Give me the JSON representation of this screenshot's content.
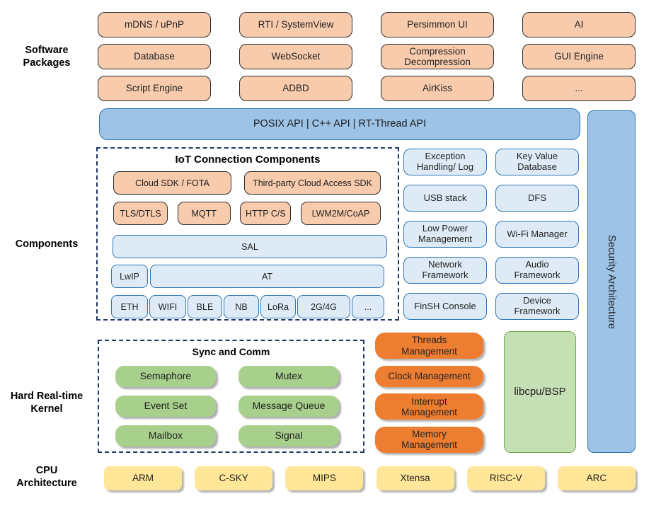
{
  "side_labels": {
    "software_packages": "Software\nPackages",
    "components": "Components",
    "kernel": "Hard Real-time\nKernel",
    "cpu": "CPU\nArchitecture"
  },
  "software_packages": {
    "items": [
      "mDNS / uPnP",
      "RTI / SystemView",
      "Persimmon UI",
      "AI",
      "Database",
      "WebSocket",
      "Compression\nDecompression",
      "GUI Engine",
      "Script Engine",
      "ADBD",
      "AirKiss",
      "..."
    ]
  },
  "api_bar": "POSIX API | C++ API | RT-Thread API",
  "security_bar": "Security Architecture",
  "iot": {
    "title": "IoT Connection Components",
    "row1": [
      "Cloud SDK / FOTA",
      "Third-party Cloud Access SDK"
    ],
    "row2": [
      "TLS/DTLS",
      "MQTT",
      "HTTP C/S",
      "LWM2M/CoAP"
    ],
    "sal": "SAL",
    "lwip": "LwIP",
    "at": "AT",
    "links": [
      "ETH",
      "WIFI",
      "BLE",
      "NB",
      "LoRa",
      "2G/4G",
      "..."
    ]
  },
  "component_boxes": [
    "Exception\nHandling/ Log",
    "Key Value\nDatabase",
    "USB stack",
    "DFS",
    "Low Power\nManagement",
    "Wi-Fi Manager",
    "Network\nFramework",
    "Audio\nFramework",
    "FinSH Console",
    "Device\nFramework"
  ],
  "kernel": {
    "sync_title": "Sync and Comm",
    "sync_items": [
      "Semaphore",
      "Mutex",
      "Event Set",
      "Message Queue",
      "Mailbox",
      "Signal"
    ],
    "mgmt_items": [
      "Threads\nManagement",
      "Clock Management",
      "Interrupt\nManagement",
      "Memory\nManagement"
    ],
    "libcpu": "libcpu/BSP"
  },
  "cpu_items": [
    "ARM",
    "C-SKY",
    "MIPS",
    "Xtensa",
    "RISC-V",
    "ARC"
  ],
  "colors": {
    "orange_light": "#F8CBAD",
    "orange_dark": "#ED7D31",
    "blue_medium": "#9DC3E6",
    "blue_light": "#DEEBF7",
    "blue_border": "#2E75B6",
    "green": "#A8D08D",
    "green_light": "#C5E0B4",
    "green_border": "#6FAC46",
    "yellow": "#FFE699",
    "dash_border": "#1F3864"
  }
}
